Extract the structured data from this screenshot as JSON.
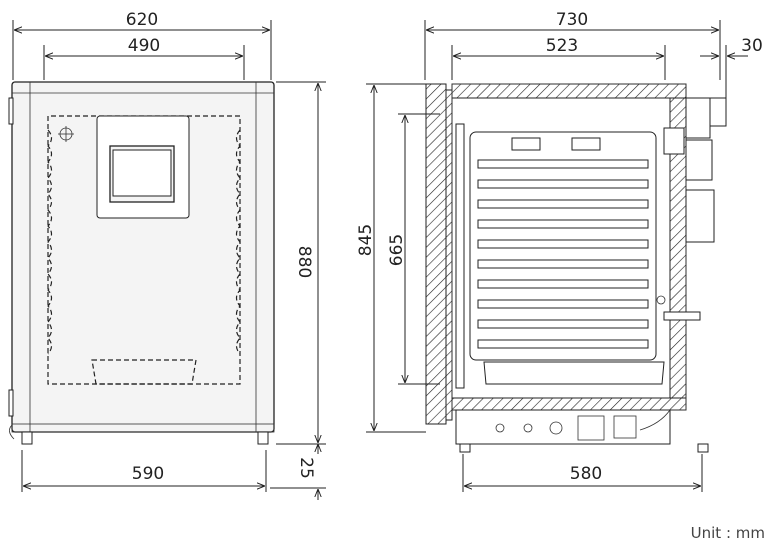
{
  "unit_label": "Unit : mm",
  "front_view": {
    "dim_total_width": "620",
    "dim_inner_width": "490",
    "dim_base_width": "590",
    "dim_height": "880",
    "dim_foot": "25"
  },
  "side_view": {
    "dim_total_depth": "730",
    "dim_inner_depth": "523",
    "dim_protrusion": "30",
    "dim_door_height": "845",
    "dim_inner_height": "665",
    "dim_base_depth": "580"
  }
}
